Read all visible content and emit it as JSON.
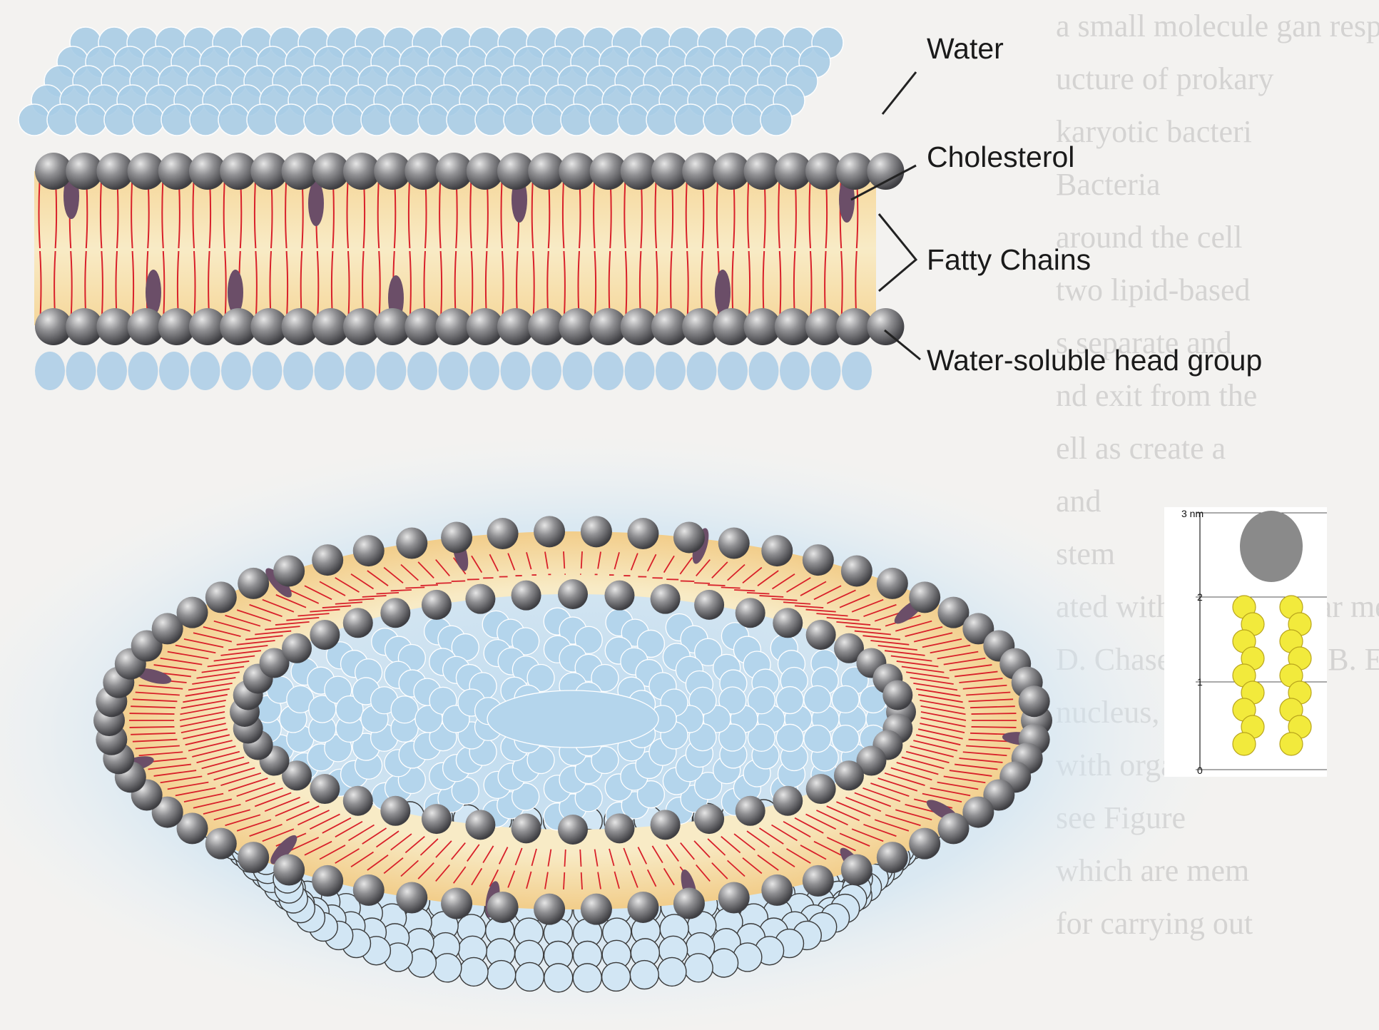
{
  "labels": {
    "water": "Water",
    "cholesterol": "Cholesterol",
    "fatty_chains": "Fatty Chains",
    "head_group": "Water-soluble head group"
  },
  "scale": {
    "unit_label": "3 nm",
    "ticks": [
      "2",
      "1",
      "0"
    ]
  },
  "background_text": [
    "a small molecule gan response",
    "ucture of prokary",
    "karyotic bacteri",
    "Bacteria",
    "around the cell",
    "two lipid-based",
    "s separate and",
    "nd exit from the",
    "ell as create a",
    "and",
    "stem",
    "ated within the nuclear membrane",
    "D. Chase part b from B. E. Gross and K. L. Marcon",
    "nucleus, bilateral",
    "with organelles",
    "see Figure",
    "which are mem",
    "for carrying out"
  ],
  "colors": {
    "water": "#a9cde6",
    "head": "#7d7d80",
    "tail": "#d8202a",
    "core": "#f3dea6",
    "cholesterol": "#6b4e68",
    "lipid_tail_model": "#f2ea3c",
    "lipid_head_model": "#8a8a8a"
  }
}
